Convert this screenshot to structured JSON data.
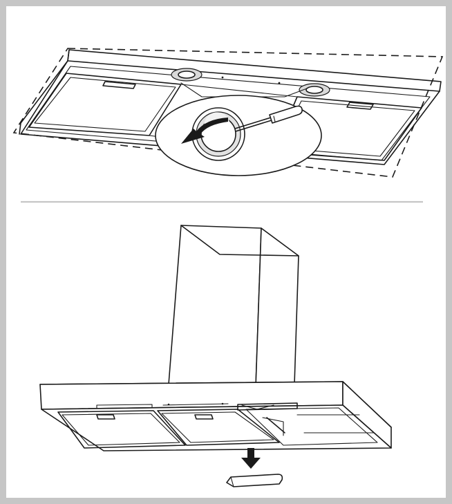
{
  "figure": {
    "frame_color": "#c6c6c6",
    "divider_color": "#c6c6c6",
    "line_color": "#1a1a1a",
    "panels": [
      {
        "name": "remove-lamp-cover",
        "icons": [
          "hood-underside",
          "lamp-cover",
          "magnifier-callout",
          "screwdriver",
          "rotate-arrow"
        ]
      },
      {
        "name": "remove-filter",
        "icons": [
          "island-hood",
          "chimney",
          "grease-filters",
          "down-arrow",
          "filter-panel"
        ]
      }
    ]
  }
}
